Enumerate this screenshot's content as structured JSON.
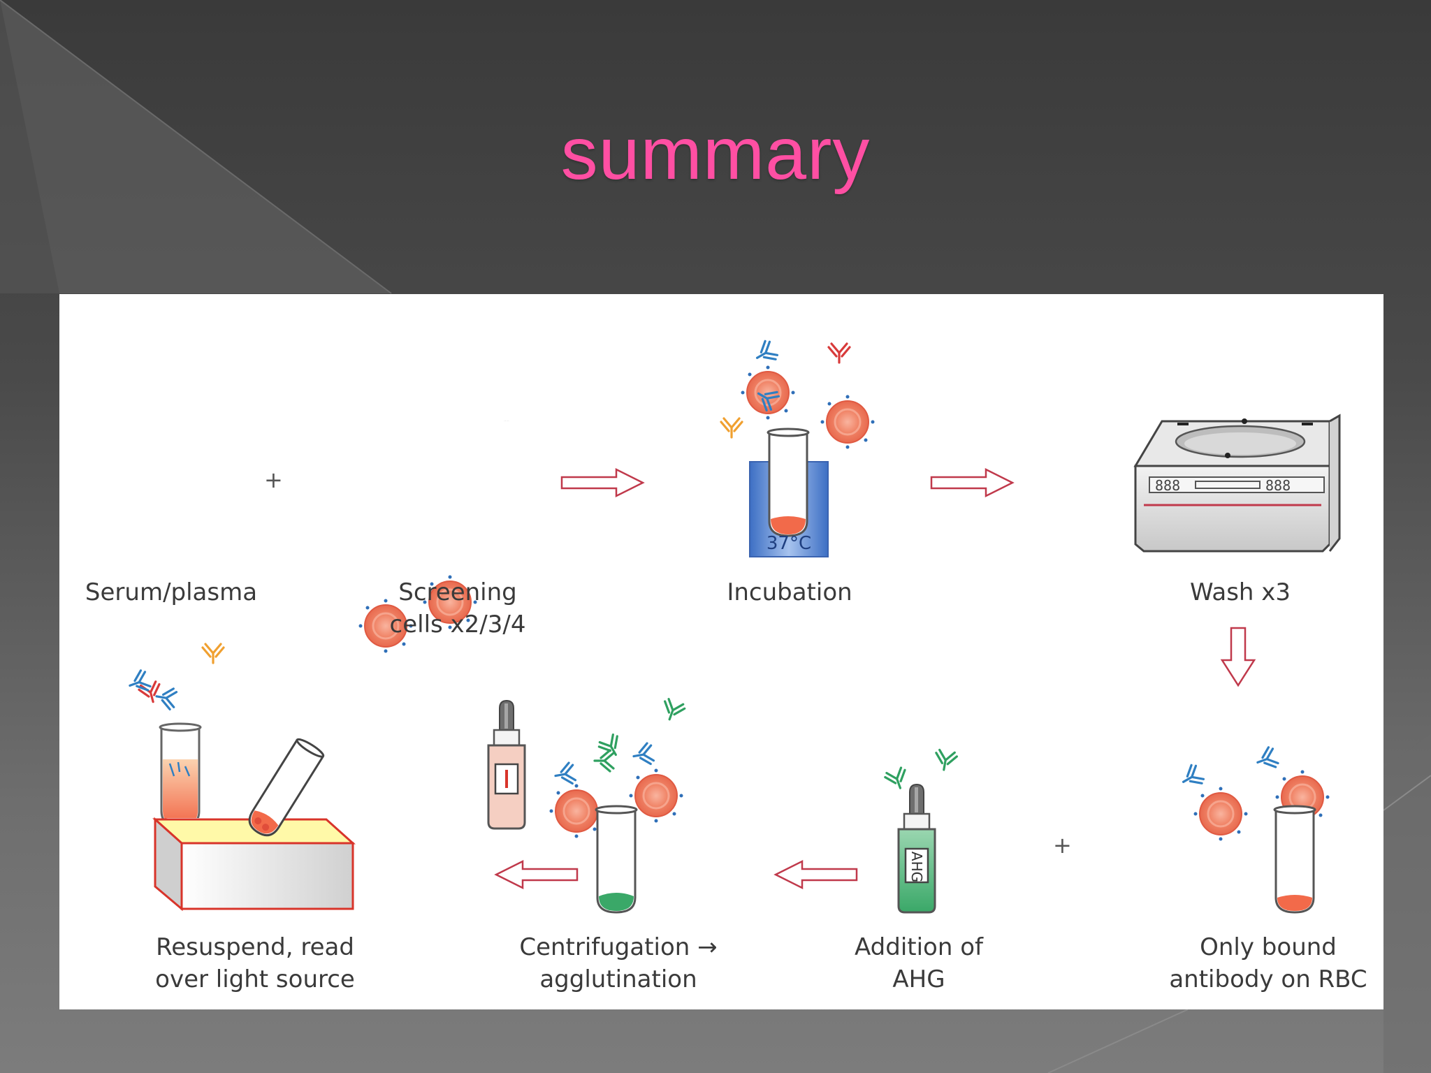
{
  "slide": {
    "title": "summary"
  },
  "steps": {
    "serum": {
      "line1": "Serum/plasma"
    },
    "screening": {
      "line1": "Screening",
      "line2": "cells x2/3/4"
    },
    "incubation": {
      "line1": "Incubation",
      "temp": "37°C"
    },
    "wash": {
      "line1": "Wash x3"
    },
    "bound": {
      "line1": "Only bound",
      "line2": "antibody on RBC"
    },
    "ahg": {
      "line1": "Addition of",
      "line2": "AHG",
      "bottle_label": "AHG"
    },
    "centrifugation": {
      "line1": "Centrifugation →",
      "line2": "agglutination"
    },
    "resuspend": {
      "line1": "Resuspend, read",
      "line2": "over light source"
    }
  },
  "symbols": {
    "plus": "+"
  },
  "colors": {
    "title": "#ff4fa3",
    "arrow": "#c0394b",
    "rbc": "#f07a62",
    "antibody_blue": "#2f7fc2",
    "antibody_red": "#d83a3a",
    "antibody_orange": "#f0a030",
    "antibody_green": "#2fa060",
    "water_bath": "#4a7fd0"
  },
  "icons": {
    "flow_arrow": "hollow-arrow-icon",
    "antibody": "y-shaped-antibody-icon",
    "rbc": "red-blood-cell-icon"
  }
}
